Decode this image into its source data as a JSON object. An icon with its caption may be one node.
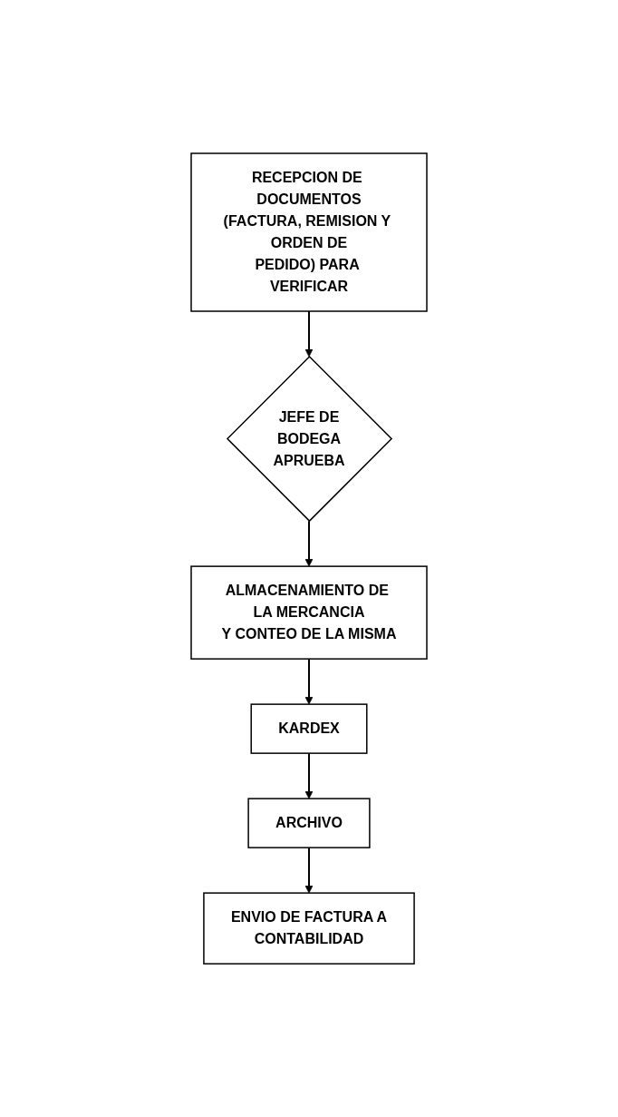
{
  "diagram": {
    "nodes": [
      {
        "text": [
          "RECEPCION DE DOCUMENTOS (FACTURA, REMISION Y ORDEN DE PEDIDO) PARA VERIFICAR"
        ]
      },
      {
        "text": [
          "JEFE DE BODEGA APRUEBA"
        ]
      },
      {
        "text": [
          "ALMACENAMIENTO DE LA MERCANCIA Y CONTEO DE LA MISMA"
        ]
      },
      {
        "text": [
          "KARDEX"
        ]
      },
      {
        "text": [
          "ARCHIVO"
        ]
      },
      {
        "text": [
          "ENVIO DE FACTURA A CONTABILIDAD"
        ]
      }
    ],
    "edges": [
      {
        "from": 0,
        "to": 1,
        "arrow": "to"
      },
      {
        "from": 1,
        "to": 2,
        "arrow": "to"
      },
      {
        "from": 2,
        "to": 3,
        "arrow": "to"
      },
      {
        "from": 3,
        "to": 4,
        "arrow": "to"
      },
      {
        "from": 4,
        "to": 5,
        "arrow": "to"
      }
    ]
  }
}
